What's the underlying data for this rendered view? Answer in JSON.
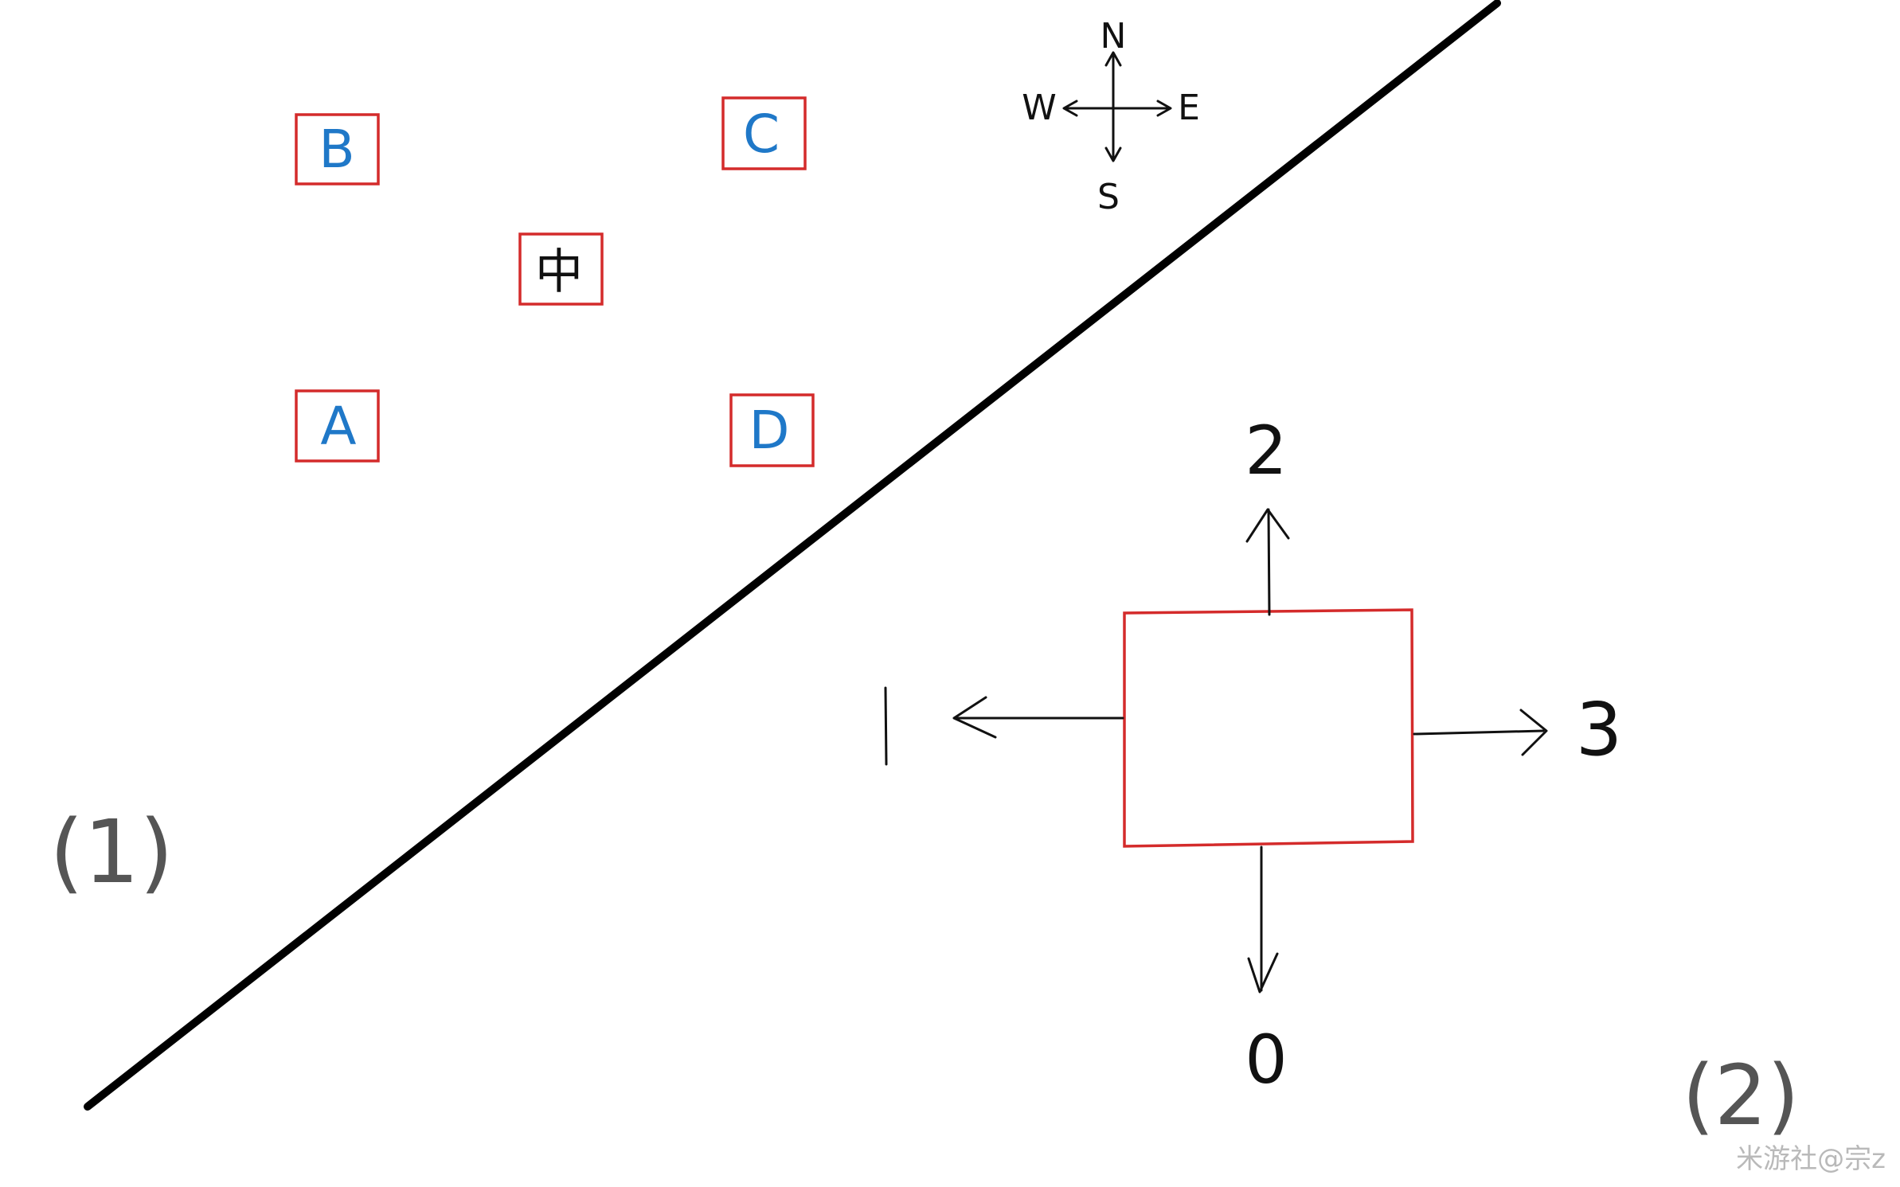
{
  "panel1": {
    "label": "(1)",
    "compass": {
      "north": "N",
      "south": "S",
      "west": "W",
      "east": "E"
    },
    "boxes": {
      "b": "B",
      "c": "C",
      "center": "中",
      "a": "A",
      "d": "D"
    }
  },
  "panel2": {
    "label": "(2)",
    "directions": {
      "up": "2",
      "left": "1",
      "right": "3",
      "down": "0"
    }
  },
  "watermark": "米游社@宗z",
  "colors": {
    "box_outline": "#d42b2b",
    "letter_blue": "#1f78c8",
    "ink": "#111111"
  }
}
